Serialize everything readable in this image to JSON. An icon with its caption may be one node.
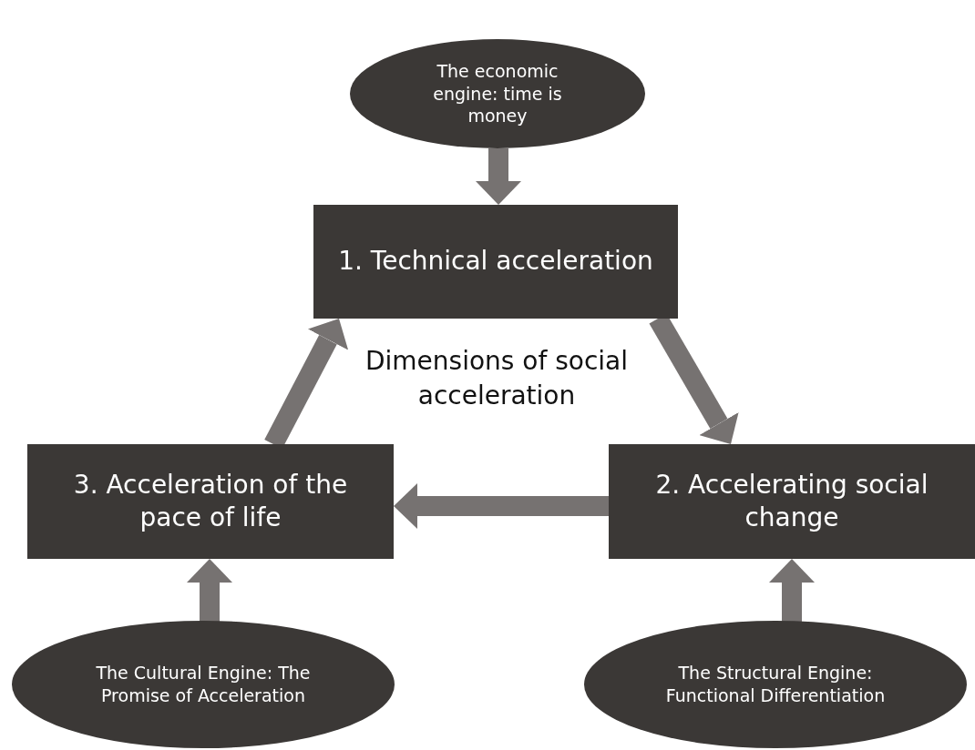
{
  "diagram": {
    "nodes": [
      {
        "text": [
          "The economic engine: time is money"
        ]
      },
      {
        "text": [
          "1. Technical acceleration"
        ]
      },
      {
        "text": [
          "3. Acceleration of the pace of life"
        ]
      },
      {
        "text": [
          "2. Accelerating social change"
        ]
      },
      {
        "text": [
          "The Cultural Engine: The Promise of Acceleration"
        ]
      },
      {
        "text": [
          "The Structural Engine: Functional Differentiation"
        ]
      }
    ],
    "edges": [
      {
        "from": 0,
        "to": 1,
        "arrow": "to"
      },
      {
        "from": 1,
        "to": 3,
        "arrow": "to"
      },
      {
        "from": 3,
        "to": 2,
        "arrow": "to"
      },
      {
        "from": 2,
        "to": 1,
        "arrow": "to"
      },
      {
        "from": 4,
        "to": 2,
        "arrow": "to"
      },
      {
        "from": 5,
        "to": 3,
        "arrow": "to"
      }
    ],
    "labels": [
      "Dimensions of social acceleration"
    ]
  }
}
